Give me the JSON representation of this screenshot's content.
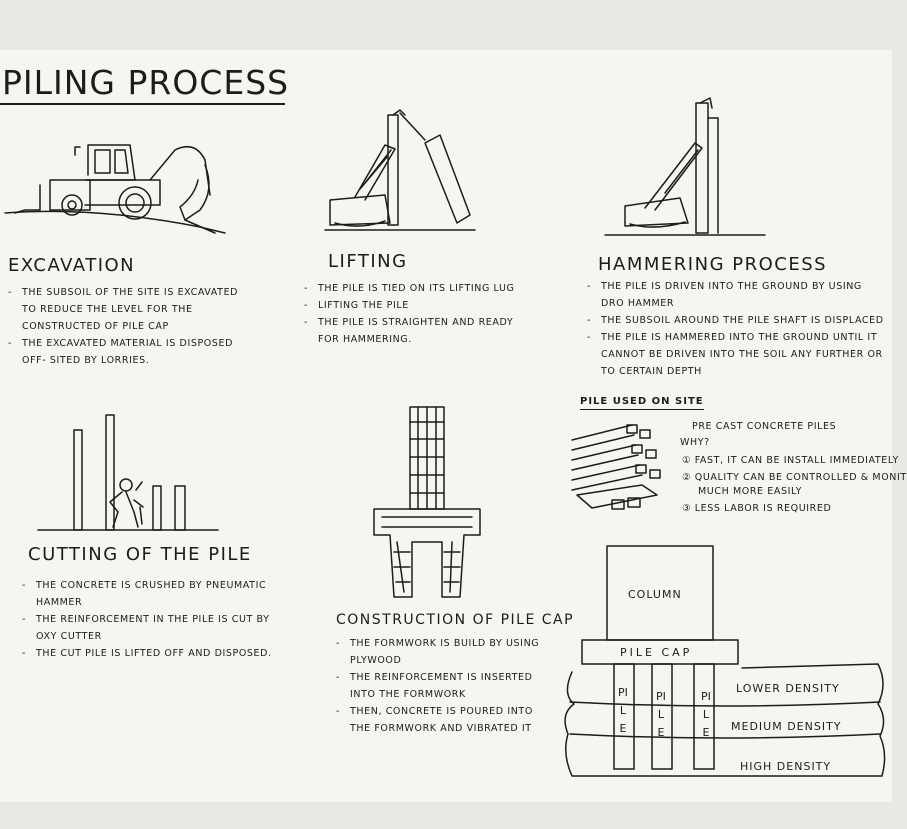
{
  "title": "PILING PROCESS",
  "sections": {
    "excavation": {
      "heading": "EXCAVATION",
      "notes": [
        "The subsoil of the site is excavated to reduce the level for the constructed of pile cap",
        "The excavated material is disposed off- sited by lorries."
      ]
    },
    "lifting": {
      "heading": "LIFTING",
      "notes": [
        "The pile is tied on its lifting lug",
        "Lifting the pile",
        "The pile is straighten and ready for hammering."
      ]
    },
    "hammering": {
      "heading": "HAMMERING PROCESS",
      "notes": [
        "The pile is driven into the ground by using dro hammer",
        "The subsoil around the pile shaft is displaced",
        "The pile is hammered into the ground until it cannot be driven into the soil any further or to certain depth"
      ]
    },
    "cutting": {
      "heading": "CUTTING OF THE PILE",
      "notes": [
        "The concrete is crushed by pneumatic hammer",
        "The reinforcement in the pile is cut by oxy cutter",
        "The cut pile is lifted off and disposed."
      ]
    },
    "pile_cap": {
      "heading": "CONSTRUCTION OF PILE CAP",
      "notes": [
        "The formwork is build by using plywood",
        "The reinforcement is inserted into the formwork",
        "Then, concrete is poured into the formwork and vibrated it"
      ]
    },
    "pile_used": {
      "heading": "PILE USED ON SITE",
      "type": "Pre cast concrete piles",
      "why": "WHY?",
      "reasons": [
        "① Fast, it can be install immediately",
        "② Quality can be controlled & monit",
        "much more easily",
        "③ Less labor is required"
      ]
    }
  },
  "diagram": {
    "column": "COLUMN",
    "pile_cap": "PILE CAP",
    "pile": "PILE",
    "layers": [
      "LOWER DENSITY",
      "MEDIUM DENSITY",
      "HIGH DENSITY"
    ]
  }
}
